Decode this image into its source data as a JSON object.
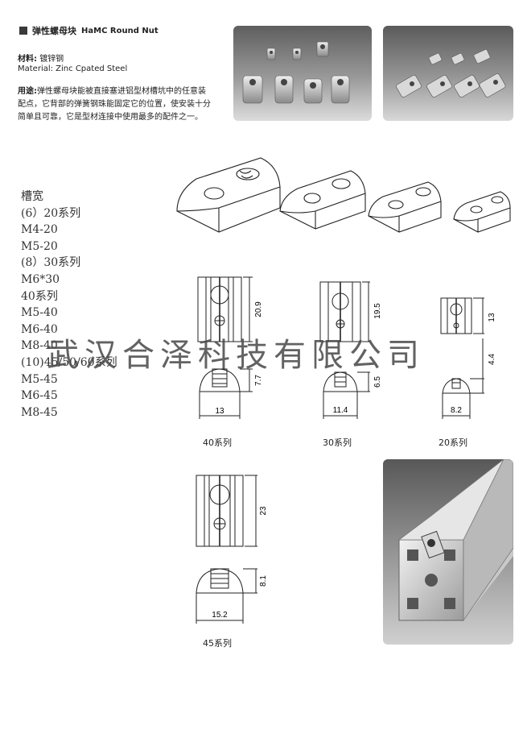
{
  "header": {
    "title_cn": "弹性螺母块",
    "title_en": "HaMC Round Nut"
  },
  "material": {
    "label": "材料:",
    "value": "镀锌钢",
    "en": "Material: Zinc Cpated Steel"
  },
  "usage": {
    "label": "用途:",
    "text": "弹性螺母块能被直接塞进铝型材槽坑中的任意装配点，它背部的弹簧钢珠能固定它的位置，使安装十分简单且可靠，它是型材连接中使用最多的配件之一。"
  },
  "spec_list": [
    "槽宽",
    "(6）20系列",
    "M4-20",
    "M5-20",
    "(8）30系列",
    "M6*30",
    "40系列",
    "M5-40",
    "M6-40",
    "M8-40",
    "(10)45/50/60系列",
    "M5-45",
    "M6-45",
    "M8-45"
  ],
  "watermark": "武汉合泽科技有限公司",
  "drawings": {
    "s40": {
      "caption": "40系列",
      "height": "20.9",
      "depth": "7.7",
      "width": "13"
    },
    "s30": {
      "caption": "30系列",
      "height": "19.5",
      "depth": "6.5",
      "width": "11.4"
    },
    "s20": {
      "caption": "20系列",
      "height": "13",
      "depth": "4.4",
      "width": "8.2"
    },
    "s45": {
      "caption": "45系列",
      "height": "23",
      "depth": "8.1",
      "width": "15.2"
    }
  },
  "colors": {
    "photo_bg_dark": "#6e6e6e",
    "photo_bg_light": "#e4e4e4",
    "line": "#222222"
  }
}
